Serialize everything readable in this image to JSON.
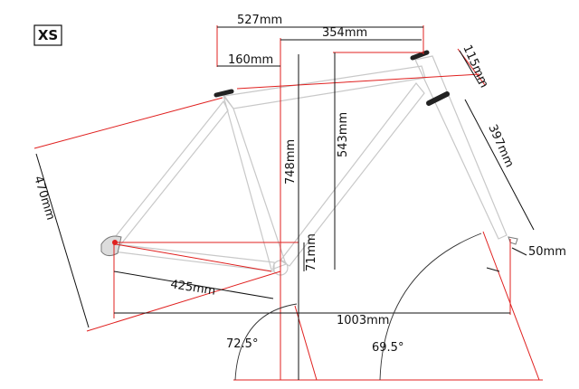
{
  "size_badge": "XS",
  "dimensions": {
    "reach_total": "527mm",
    "reach_top": "354mm",
    "setback": "160mm",
    "head_tube": "115mm",
    "fork_length": "397mm",
    "fork_offset": "50mm",
    "chainstay_diag": "470mm",
    "stack": "748mm",
    "seat_tube": "543mm",
    "bb_drop": "71mm",
    "chainstay": "425mm",
    "wheelbase": "1003mm"
  },
  "angles": {
    "seat_angle": "72.5°",
    "head_angle": "69.5°"
  },
  "colors": {
    "dimension_line": "#e0201f",
    "frame_outline": "#c8c8c8",
    "text": "#111111"
  }
}
